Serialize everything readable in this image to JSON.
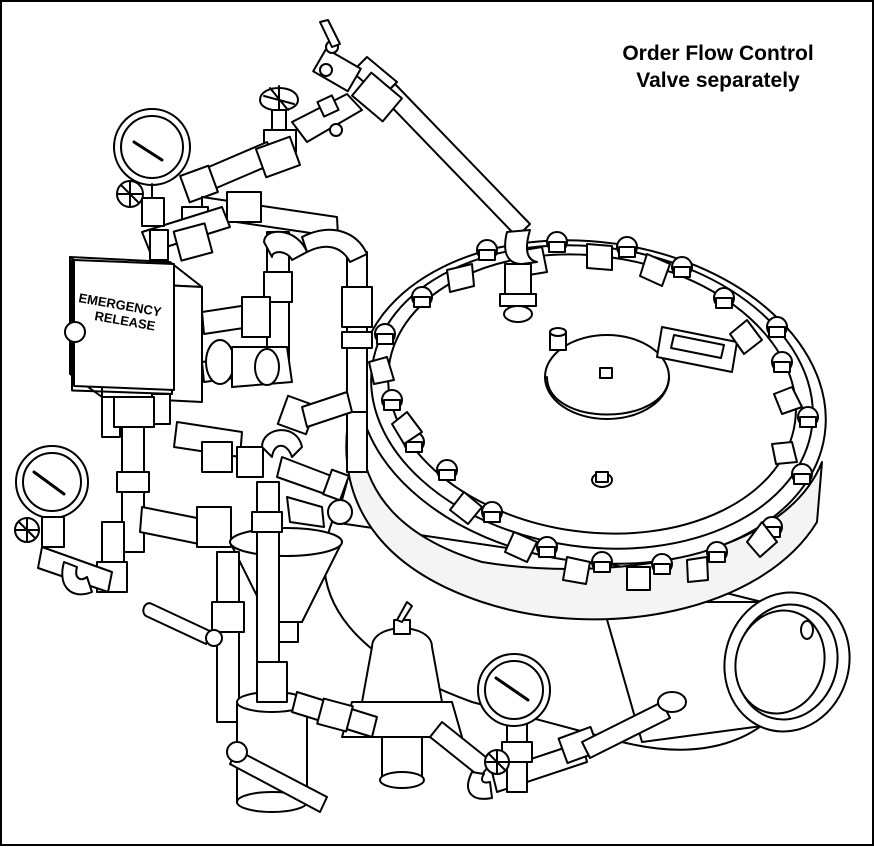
{
  "note": {
    "line1": "Order Flow Control",
    "line2": "Valve separately"
  },
  "box_label": {
    "line1": "EMERGENCY",
    "line2": "RELEASE"
  },
  "colors": {
    "line": "#000000",
    "fill": "#ffffff",
    "shade": "#e6e6e6"
  },
  "icons": [
    "pressure-gauge-icon",
    "ball-valve-icon",
    "handwheel-icon",
    "pressure-regulator-icon",
    "strainer-icon"
  ]
}
